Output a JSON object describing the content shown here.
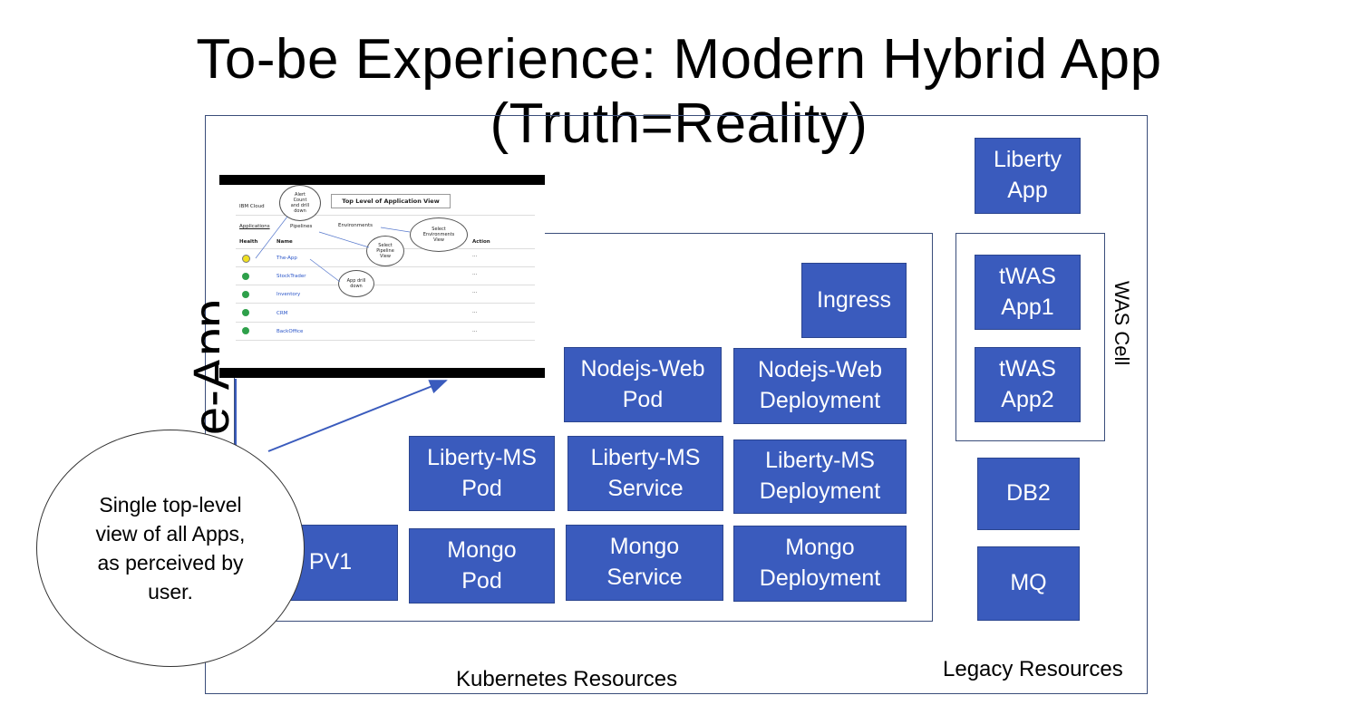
{
  "title": "To-be Experience: Modern Hybrid App (Truth=Reality)",
  "app_label": "e-App",
  "labels": {
    "kubernetes": "Kubernetes Resources",
    "legacy": "Legacy Resources",
    "was_cell": "WAS Cell"
  },
  "boxes": {
    "liberty_app": "Liberty\nApp",
    "twas_app1": "tWAS\nApp1",
    "twas_app2": "tWAS\nApp2",
    "db2": "DB2",
    "mq": "MQ",
    "ingress": "Ingress",
    "nodejs_web_pod": "Nodejs-Web\nPod",
    "nodejs_web_deployment": "Nodejs-Web\nDeployment",
    "liberty_ms_pod": "Liberty-MS\nPod",
    "liberty_ms_service": "Liberty-MS\nService",
    "liberty_ms_deployment": "Liberty-MS\nDeployment",
    "pv1": "PV1",
    "mongo_pod": "Mongo\nPod",
    "mongo_service": "Mongo\nService",
    "mongo_deployment": "Mongo\nDeployment"
  },
  "callout": "Single top-level view of all Apps, as perceived by user.",
  "screenshot": {
    "brand": "IBM Cloud",
    "heading": "Top Level of Application View",
    "nav": [
      "Applications",
      "Pipelines",
      "Environments"
    ],
    "columns": {
      "health": "Health",
      "name": "Name",
      "action": "Action"
    },
    "rows": [
      {
        "name": "The-App",
        "action": "..."
      },
      {
        "name": "StockTrader",
        "action": "..."
      },
      {
        "name": "Inventory",
        "action": "..."
      },
      {
        "name": "CRM",
        "action": "..."
      },
      {
        "name": "BackOffice",
        "action": "..."
      }
    ],
    "callouts": {
      "alert": "Alert\nCount\nand drill\ndown",
      "env": "Select\nEnvironments\nView",
      "pipeline": "Select\nPipeline\nView",
      "drill": "App drill\ndown"
    }
  }
}
